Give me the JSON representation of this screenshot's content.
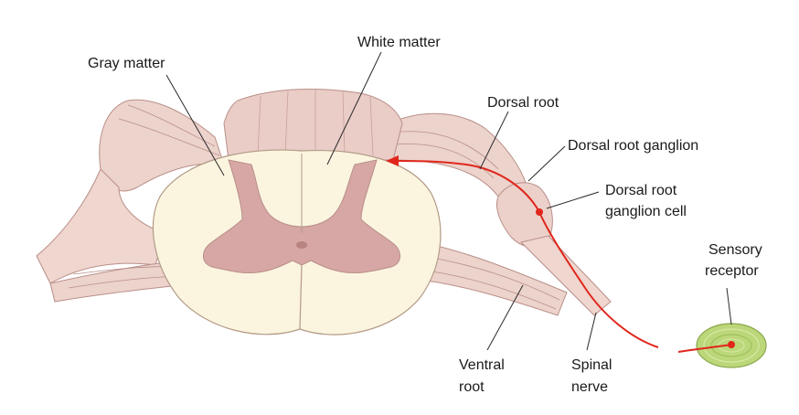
{
  "labels": {
    "gray_matter": "Gray matter",
    "white_matter": "White matter",
    "dorsal_root": "Dorsal root",
    "dorsal_root_ganglion": "Dorsal root ganglion",
    "dorsal_root_ganglion_cell_line1": "Dorsal root",
    "dorsal_root_ganglion_cell_line2": "ganglion cell",
    "sensory_receptor_line1": "Sensory",
    "sensory_receptor_line2": "receptor",
    "ventral_root_line1": "Ventral",
    "ventral_root_line2": "root",
    "spinal_nerve_line1": "Spinal",
    "spinal_nerve_line2": "nerve"
  },
  "colors": {
    "white_matter_fill": "#fbf5df",
    "gray_matter_fill": "#d6a7a5",
    "root_fill": "#ecd3cc",
    "root_stroke": "#b98f88",
    "nerve_fill": "#efd6cf",
    "pathway_red": "#e0261b",
    "receptor_green": "#bcd77a",
    "label_text": "#1a1a1a"
  }
}
